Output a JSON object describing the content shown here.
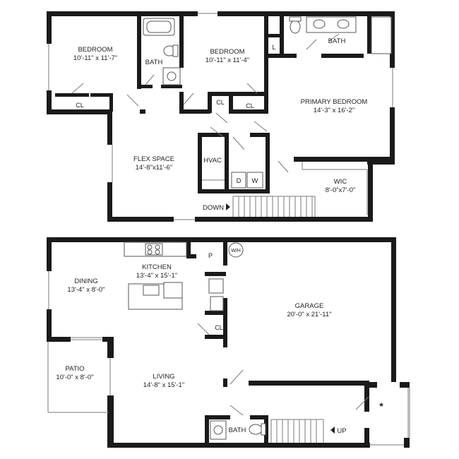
{
  "upper": {
    "bedroom_1": {
      "name": "BEDROOM",
      "size": "10'-11\" x 11'-7\""
    },
    "bath_1": "BATH",
    "bedroom_2": {
      "name": "BEDROOM",
      "size": "10'-11\" x 11'-4\""
    },
    "cl_1": "CL",
    "cl_2": "CL",
    "cl_3": "CL",
    "linen": "L",
    "bath_2": "BATH",
    "primary_bedroom": {
      "name": "PRIMARY BEDROOM",
      "size": "14'-3\" x 16'-2\""
    },
    "flex_space": {
      "name": "FLEX SPACE",
      "size": "14'-8\"x11'-6\""
    },
    "hvac": "HVAC",
    "washer_dryer": {
      "dryer": "D",
      "washer": "W"
    },
    "wic": {
      "name": "WIC",
      "size": "8'-0\"x7'-0\""
    },
    "stairs_down": "DOWN"
  },
  "lower": {
    "kitchen": {
      "name": "KITCHEN",
      "size": "13'-4\" x 15'-1\""
    },
    "pantry": "P",
    "water_heater": "W/H",
    "dining": {
      "name": "DINING",
      "size": "13'-4\" x 8'-0\""
    },
    "garage": {
      "name": "GARAGE",
      "size": "20'-0\" x 21'-11\""
    },
    "cl": "CL",
    "patio": {
      "name": "PATIO",
      "size": "10'-0\" x 8'-0\""
    },
    "living": {
      "name": "LIVING",
      "size": "14'-8\" x 15'-1\""
    },
    "bath": "BATH",
    "stairs_up": "UP",
    "entry_mark": "*"
  }
}
